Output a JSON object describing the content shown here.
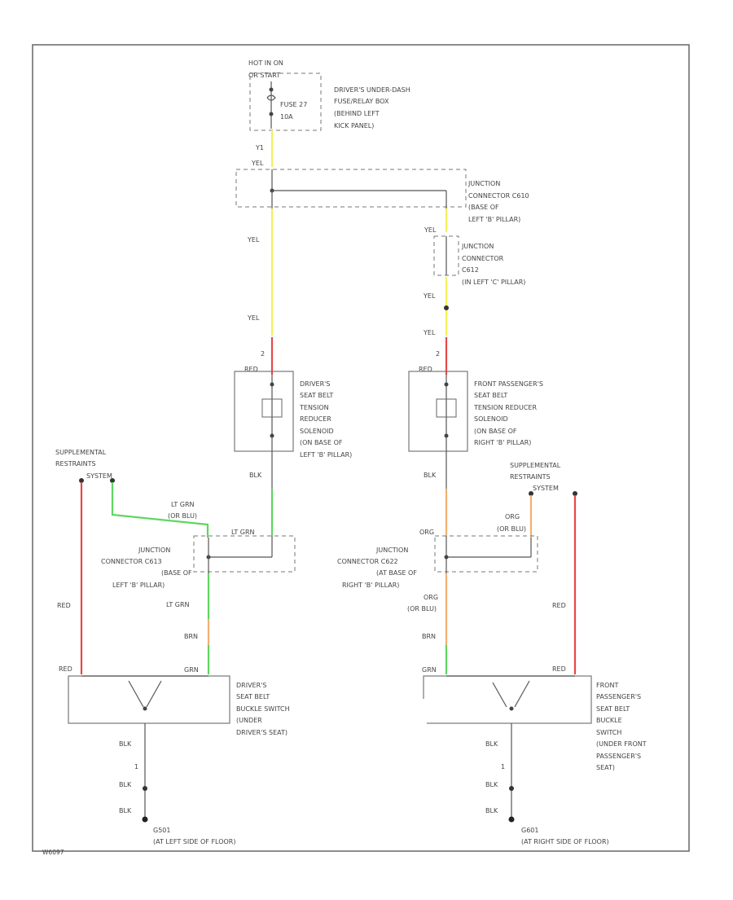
{
  "colors": {
    "yellow": "#f2f25a",
    "red": "#e84848",
    "green": "#5fd65f",
    "orange": "#f2b070",
    "black": "#444444",
    "frame": "#555555"
  },
  "top": {
    "power": "HOT IN ON",
    "power2": "OR START",
    "fuse": "FUSE 27",
    "fuse_amp": "10A",
    "fusebox": [
      "DRIVER'S UNDER-DASH",
      "FUSE/RELAY BOX",
      "(BEHIND LEFT",
      "KICK PANEL)"
    ],
    "wire_yel": "YEL",
    "pin_y1": "Y1"
  },
  "junction_c610": [
    "JUNCTION",
    "CONNECTOR C610",
    "(BASE OF",
    "LEFT 'B' PILLAR)"
  ],
  "junction_c612": [
    "JUNCTION",
    "CONNECTOR",
    "C612",
    "(IN LEFT 'C' PILLAR)"
  ],
  "drv_solenoid": [
    "DRIVER'S",
    "SEAT BELT",
    "TENSION",
    "REDUCER",
    "SOLENOID",
    "(ON BASE OF",
    "LEFT 'B' PILLAR)"
  ],
  "pass_solenoid": [
    "FRONT PASSENGER'S",
    "SEAT BELT",
    "TENSION REDUCER",
    "SOLENOID",
    "(ON BASE OF",
    "RIGHT 'B' PILLAR)"
  ],
  "srs_left": [
    "SUPPLEMENTAL",
    "RESTRAINTS",
    "SYSTEM"
  ],
  "srs_right": [
    "SUPPLEMENTAL",
    "RESTRAINTS",
    "SYSTEM"
  ],
  "junction_c613": [
    "JUNCTION",
    "CONNECTOR C613",
    "(BASE OF",
    "LEFT 'B' PILLAR)"
  ],
  "junction_c622": [
    "JUNCTION",
    "CONNECTOR C622",
    "(AT BASE OF",
    "RIGHT 'B' PILLAR)"
  ],
  "drv_switch": [
    "DRIVER'S",
    "SEAT BELT",
    "BUCKLE SWITCH",
    "(UNDER",
    "DRIVER'S SEAT)"
  ],
  "pass_switch": [
    "FRONT",
    "PASSENGER'S",
    "SEAT BELT",
    "BUCKLE",
    "SWITCH",
    "(UNDER FRONT",
    "PASSENGER'S",
    "SEAT)"
  ],
  "ground_left": [
    "G501",
    "(AT LEFT SIDE OF FLOOR)"
  ],
  "ground_right": [
    "G601",
    "(AT RIGHT SIDE OF FLOOR)"
  ],
  "wires": {
    "yel": "YEL",
    "red": "RED",
    "blk": "BLK",
    "ltgrn": "LT GRN",
    "orblu": "(OR BLU)",
    "org": "ORG",
    "brn": "BRN",
    "grn": "GRN",
    "n2": "2",
    "n1": "1"
  },
  "footer": "W6097"
}
